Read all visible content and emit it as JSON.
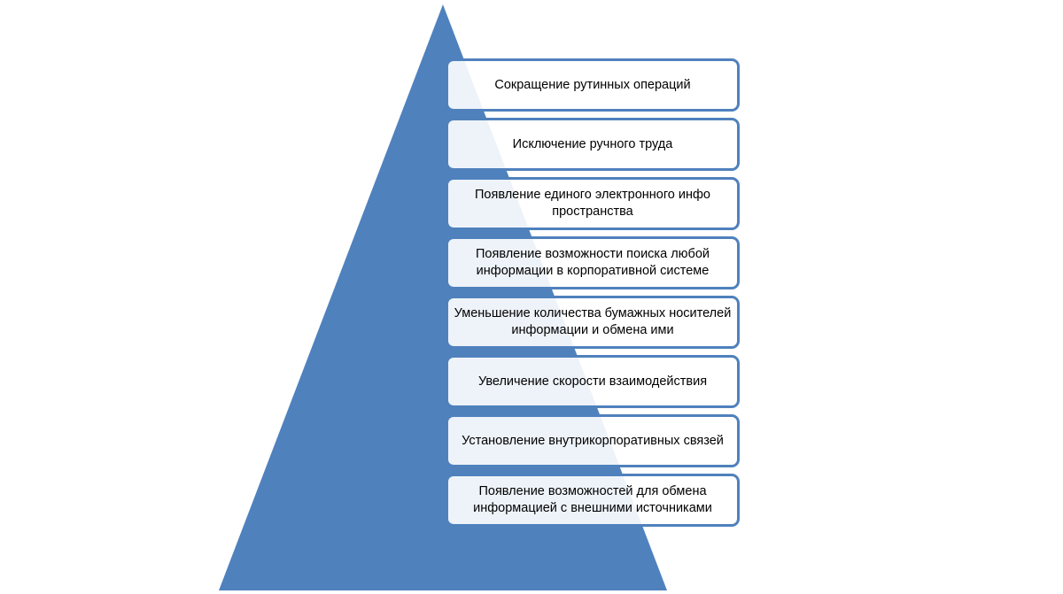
{
  "colors": {
    "triangle": "#4f81bd",
    "box_border": "#4f81bd",
    "box_fill": "#ffffff"
  },
  "items": [
    "Сокращение рутинных операций",
    "Исключение ручного труда",
    "Появление единого электронного инфо пространства",
    "Появление возможности поиска любой информации в корпоративной системе",
    "Уменьшение количества бумажных носителей информации и обмена ими",
    "Увеличение скорости взаимодействия",
    "Установление внутрикорпоративных связей",
    "Появление возможностей для обмена информацией с внешними источниками"
  ]
}
